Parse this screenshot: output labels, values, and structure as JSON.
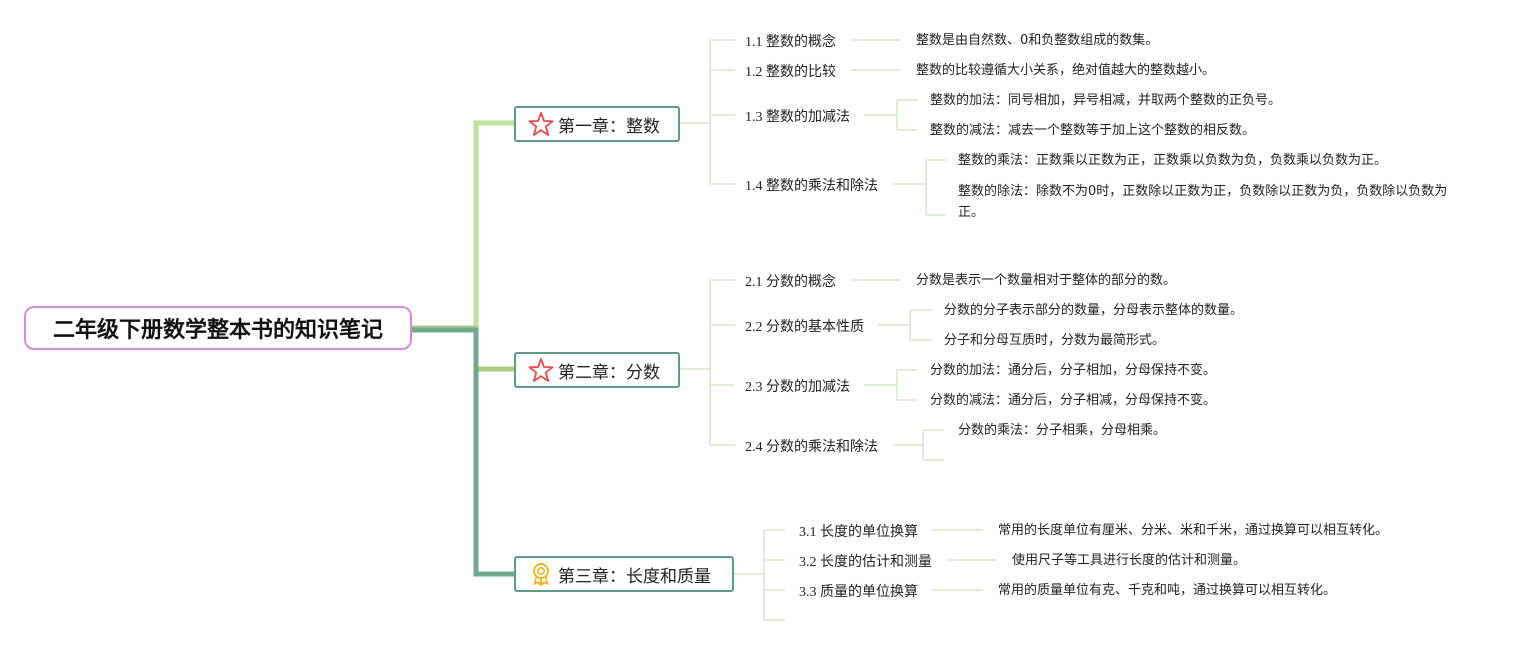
{
  "title": "二年级下册数学整本书的知识笔记",
  "colors": {
    "root_border": "#d38be0",
    "chapter_border": "#5e9c84",
    "branch_light": "#bfe09a",
    "branch_mid": "#a9cf86",
    "branch_dark": "#6fa88a",
    "sub_line": "#cfe3c2",
    "star": "#e84a4a",
    "award": "#f0b429"
  },
  "chapters": [
    {
      "title": "第一章：整数",
      "icon": "star-icon",
      "sections": [
        {
          "title": "1.1 整数的概念",
          "notes": [
            "整数是由自然数、0和负整数组成的数集。"
          ]
        },
        {
          "title": "1.2 整数的比较",
          "notes": [
            "整数的比较遵循大小关系，绝对值越大的整数越小。"
          ]
        },
        {
          "title": "1.3 整数的加减法",
          "notes": [
            "整数的加法：同号相加，异号相减，并取两个整数的正负号。",
            "整数的减法：减去一个整数等于加上这个整数的相反数。"
          ]
        },
        {
          "title": "1.4 整数的乘法和除法",
          "notes": [
            "整数的乘法：正数乘以正数为正，正数乘以负数为负，负数乘以负数为正。",
            "整数的除法：除数不为0时，正数除以正数为正，负数除以正数为负，负数除以负数为正。"
          ]
        }
      ]
    },
    {
      "title": "第二章：分数",
      "icon": "star-icon",
      "sections": [
        {
          "title": "2.1 分数的概念",
          "notes": [
            "分数是表示一个数量相对于整体的部分的数。"
          ]
        },
        {
          "title": "2.2 分数的基本性质",
          "notes": [
            "分数的分子表示部分的数量，分母表示整体的数量。",
            "分子和分母互质时，分数为最简形式。"
          ]
        },
        {
          "title": "2.3 分数的加减法",
          "notes": [
            "分数的加法：通分后，分子相加，分母保持不变。",
            "分数的减法：通分后，分子相减，分母保持不变。"
          ]
        },
        {
          "title": "2.4 分数的乘法和除法",
          "notes": [
            "分数的乘法：分子相乘，分母相乘。"
          ]
        }
      ]
    },
    {
      "title": "第三章：长度和质量",
      "icon": "award-icon",
      "sections": [
        {
          "title": "3.1 长度的单位换算",
          "notes": [
            "常用的长度单位有厘米、分米、米和千米，通过换算可以相互转化。"
          ]
        },
        {
          "title": "3.2 长度的估计和测量",
          "notes": [
            "使用尺子等工具进行长度的估计和测量。"
          ]
        },
        {
          "title": "3.3 质量的单位换算",
          "notes": [
            "常用的质量单位有克、千克和吨，通过换算可以相互转化。"
          ]
        }
      ]
    }
  ]
}
